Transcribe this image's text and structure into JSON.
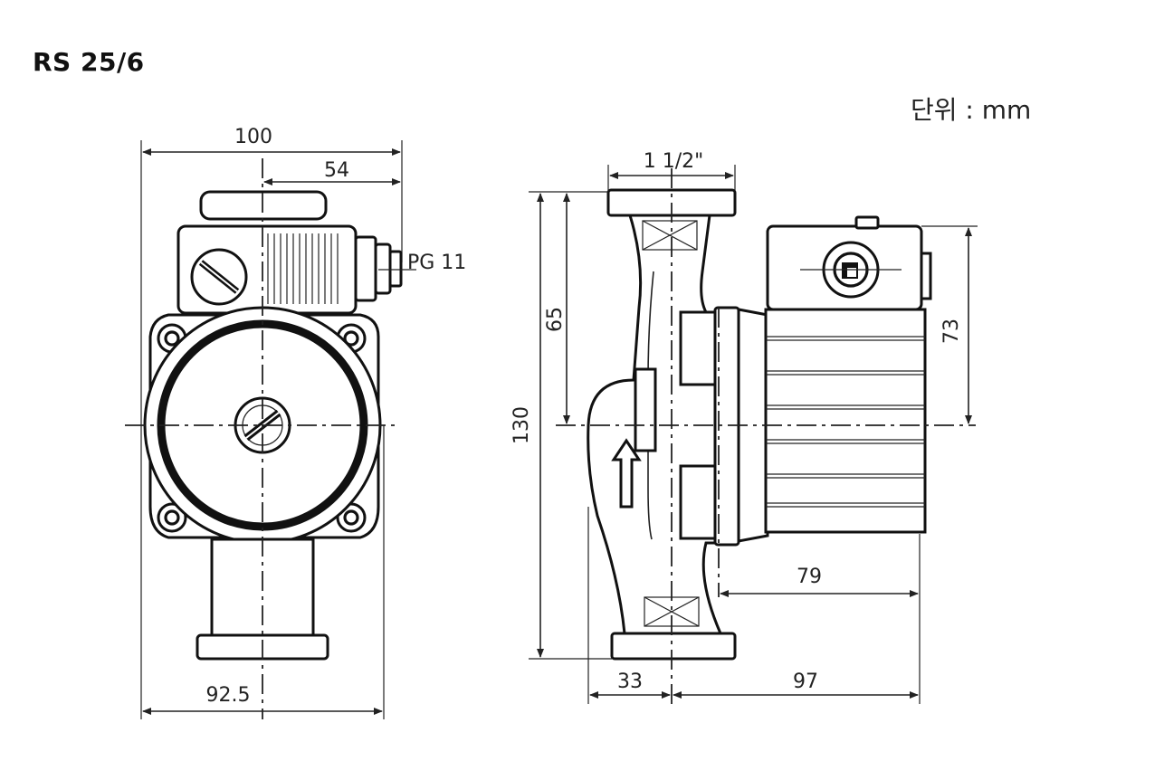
{
  "title": "RS 25/6",
  "unit_label": "단위 : mm",
  "front_view": {
    "dim_width_top": "100",
    "dim_offset_top": "54",
    "connector_label": "PG 11",
    "dim_width_bottom": "92.5"
  },
  "side_view": {
    "dim_thread": "1 1/2\"",
    "dim_height_upper": "65",
    "dim_height_total": "130",
    "dim_box_height": "73",
    "dim_motor_length": "79",
    "dim_inlet_offset": "33",
    "dim_depth": "97"
  }
}
